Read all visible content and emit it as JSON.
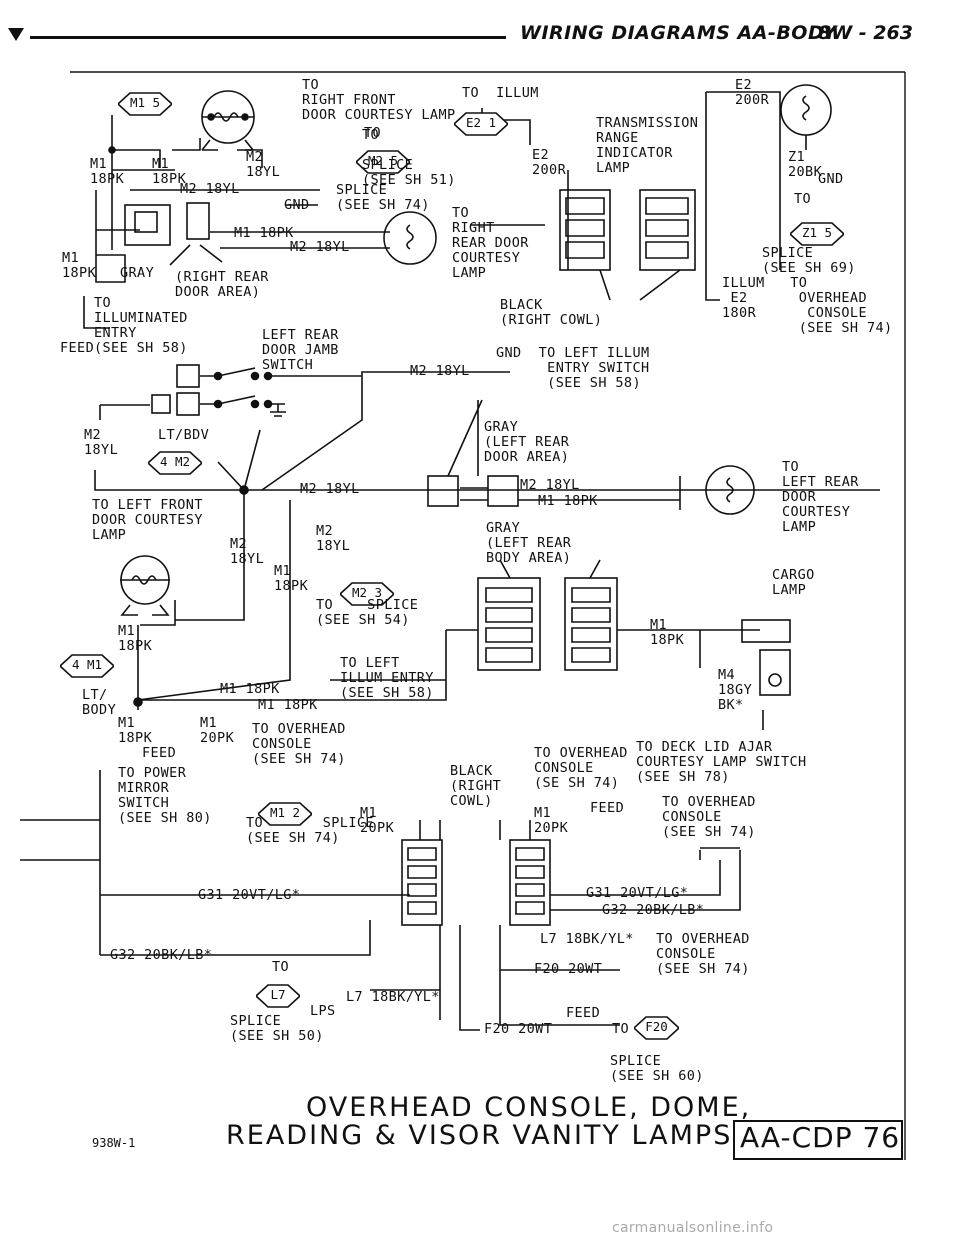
{
  "header": {
    "title": "WIRING DIAGRAMS AA-BODY",
    "page": "8W - 263"
  },
  "labels": {
    "to_right_front": "TO\nRIGHT FRONT\nDOOR COURTESY LAMP",
    "to_illum": "TO  ILLUM",
    "transmission": "TRANSMISSION\nRANGE\nINDICATOR\nLAMP",
    "e2_200r_top": "E2\n200R",
    "e2_200r": "E2\n200R",
    "to_splice_51": "TO\n\nSPLICE\n(SEE SH 51)",
    "m1_18pk_a": "M1\n18PK",
    "m1_18pk_b": "M1\n18PK",
    "m2_18yl_a": "M2\n18YL",
    "m2_18yl_b": "M2 18YL",
    "splice_74_a": "SPLICE\n(SEE SH 74)",
    "gnd_a": "GND",
    "z1_20bk": "Z1\n20BK",
    "gnd_b": "GND",
    "to_z1": "TO",
    "splice_69": "SPLICE\n(SEE SH 69)",
    "to_right_rear": "TO\nRIGHT\nREAR DOOR\nCOURTESY\nLAMP",
    "m1_18pk_c": "M1 18PK",
    "m2_18yl_c": "M2 18YL",
    "m1_18pk_d": "M1\n18PK",
    "gray_a": "GRAY",
    "right_rear_door_area": "(RIGHT REAR\nDOOR AREA)",
    "to_illum_entry": "TO\nILLUMINATED\nENTRY\n(SEE SH 58)",
    "feed_a": "FEED",
    "black_right_cowl": "BLACK\n(RIGHT COWL)",
    "illum_to_overhead": "ILLUM   TO\n E2      OVERHEAD\n180R      CONSOLE\n         (SEE SH 74)",
    "left_rear_door_jamb": "LEFT REAR\nDOOR JAMB\nSWITCH",
    "gnd_to_left_illum": "GND  TO LEFT ILLUM\n      ENTRY SWITCH\n      (SEE SH 58)",
    "m2_18yl_d": "M2 18YL",
    "m2_18yl_e": "M2\n18YL",
    "lt_bdv": "LT/BDV",
    "gray_left_rear_door": "GRAY\n(LEFT REAR\nDOOR AREA)",
    "to_left_rear": "TO\nLEFT REAR\nDOOR\nCOURTESY\nLAMP",
    "m2_18yl_f": "M2 18YL",
    "m2_18yl_g": "M2 18YL",
    "m1_18pk_e": "M1 18PK",
    "to_left_front": "TO LEFT FRONT\nDOOR COURTESY\nLAMP",
    "m2_18yl_h": "M2\n18YL",
    "m2_18yl_i": "M2\n18YL",
    "m1_18pk_f": "M1\n18PK",
    "gray_left_rear_body": "GRAY\n(LEFT REAR\nBODY AREA)",
    "to_splice_54": "TO    SPLICE\n(SEE SH 54)",
    "cargo_lamp": "CARGO\nLAMP",
    "m1_18pk_g": "M1\n18PK",
    "m1_18pk_h": "M1\n18PK",
    "m1_18pk_i": "M1\n18PK",
    "to_left_illum_entry": "TO LEFT\nILLUM ENTRY\n(SEE SH 58)",
    "m1_18pk_j": "M1 18PK",
    "m1_18pk_k": "M1 18PK",
    "m4_18gy": "M4\n18GY\nBK*",
    "lt_body": "LT/\nBODY",
    "m1_18pk_l": "M1\n18PK",
    "m1_20pk_a": "M1\n20PK",
    "to_overhead_a": "TO OVERHEAD\nCONSOLE\n(SEE SH 74)",
    "feed_b": "FEED",
    "to_power_mirror": "TO POWER\nMIRROR\nSWITCH\n(SEE SH 80)",
    "to_overhead_b": "TO OVERHEAD\nCONSOLE\n(SE SH 74)",
    "to_deck_lid": "TO DECK LID AJAR\nCOURTESY LAMP SWITCH\n(SEE SH 78)",
    "black_right_cowl_b": "BLACK\n(RIGHT\nCOWL)",
    "to_splice_74_b": "TO       SPLICE\n(SEE SH 74)",
    "m1_20pk_b": "M1\n20PK",
    "m1_20pk_c": "M1\n20PK",
    "feed_c": "FEED",
    "to_overhead_c": "TO OVERHEAD\nCONSOLE\n(SEE SH 74)",
    "g31_left": "G31 20VT/LG*",
    "g31_right": "G31 20VT/LG*",
    "g32_right": "G32 20BK/LB*",
    "g32_left": "G32 20BK/LB*",
    "l7_right": "L7 18BK/YL*",
    "to_overhead_d": "TO OVERHEAD\nCONSOLE\n(SEE SH 74)",
    "f20_20wt_a": "F20 20WT",
    "to_l7": "TO",
    "l7_left": "L7 18BK/YL*",
    "lps": "LPS",
    "splice_50": "SPLICE\n(SEE SH 50)",
    "feed_d": "FEED",
    "f20_20wt_b": "F20 20WT",
    "to_f20": "TO",
    "splice_60": "SPLICE\n(SEE SH 60)",
    "to_mid": "TO"
  },
  "badges": {
    "m1_5": "M1 5",
    "e2_1": "E2 1",
    "m2_5": "M2 5",
    "z1_5": "Z1 5",
    "four_m2": "4 M2",
    "m2_3": "M2 3",
    "four_m1": "4 M1",
    "m1_2": "M1 2",
    "l7": "L7",
    "f20": "F20"
  },
  "title_line1": "OVERHEAD CONSOLE, DOME,",
  "title_line2": "READING & VISOR VANITY LAMPS",
  "code": "AA-CDP 76",
  "drawing_no": "938W-1",
  "watermark": "carmanualsonline.info"
}
